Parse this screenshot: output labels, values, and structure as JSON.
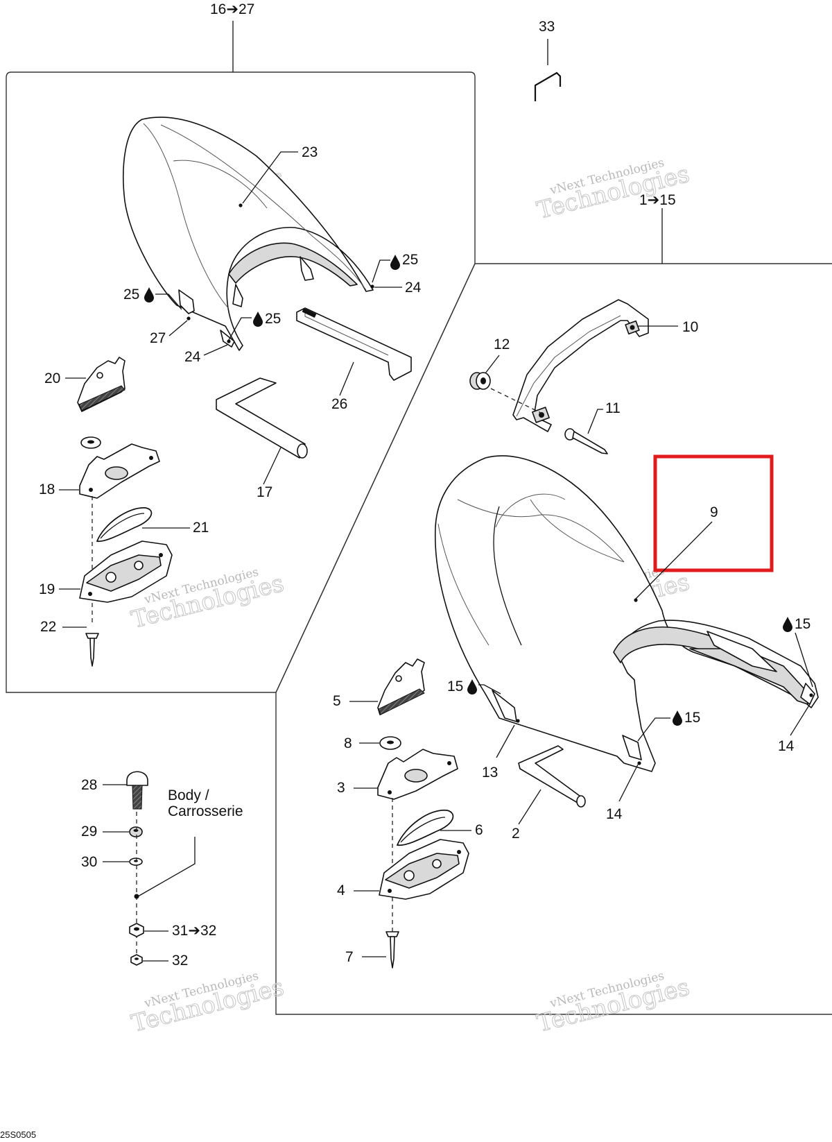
{
  "callouts": {
    "c16_27": "16➔27",
    "c33": "33",
    "c23": "23",
    "c25a": "25",
    "c24a": "24",
    "c25b": "25",
    "c25c": "25",
    "c27": "27",
    "c24b": "24",
    "c20": "20",
    "c26": "26",
    "c18": "18",
    "c17": "17",
    "c21": "21",
    "c19": "19",
    "c22": "22",
    "c1_15": "1➔15",
    "c10": "10",
    "c12": "12",
    "c11": "11",
    "c9": "9",
    "c15a": "15",
    "c15b": "15",
    "c15c": "15",
    "c5": "5",
    "c14a": "14",
    "c8": "8",
    "c13": "13",
    "c3": "3",
    "c14b": "14",
    "c6": "6",
    "c2": "2",
    "c4": "4",
    "c7": "7",
    "c28": "28",
    "c29": "29",
    "c30": "30",
    "c31_32": "31➔32",
    "c32": "32"
  },
  "body_label": {
    "line1": "Body /",
    "line2": "Carrosserie"
  },
  "watermark": {
    "small": "vNext Technologies",
    "big": "Technologies"
  },
  "diagram_code": "25S0505",
  "colors": {
    "highlight": "#e01b1b",
    "ink": "#111111",
    "watermark": "#c8c8c8"
  },
  "icons": {
    "fluid": "drop-icon"
  }
}
